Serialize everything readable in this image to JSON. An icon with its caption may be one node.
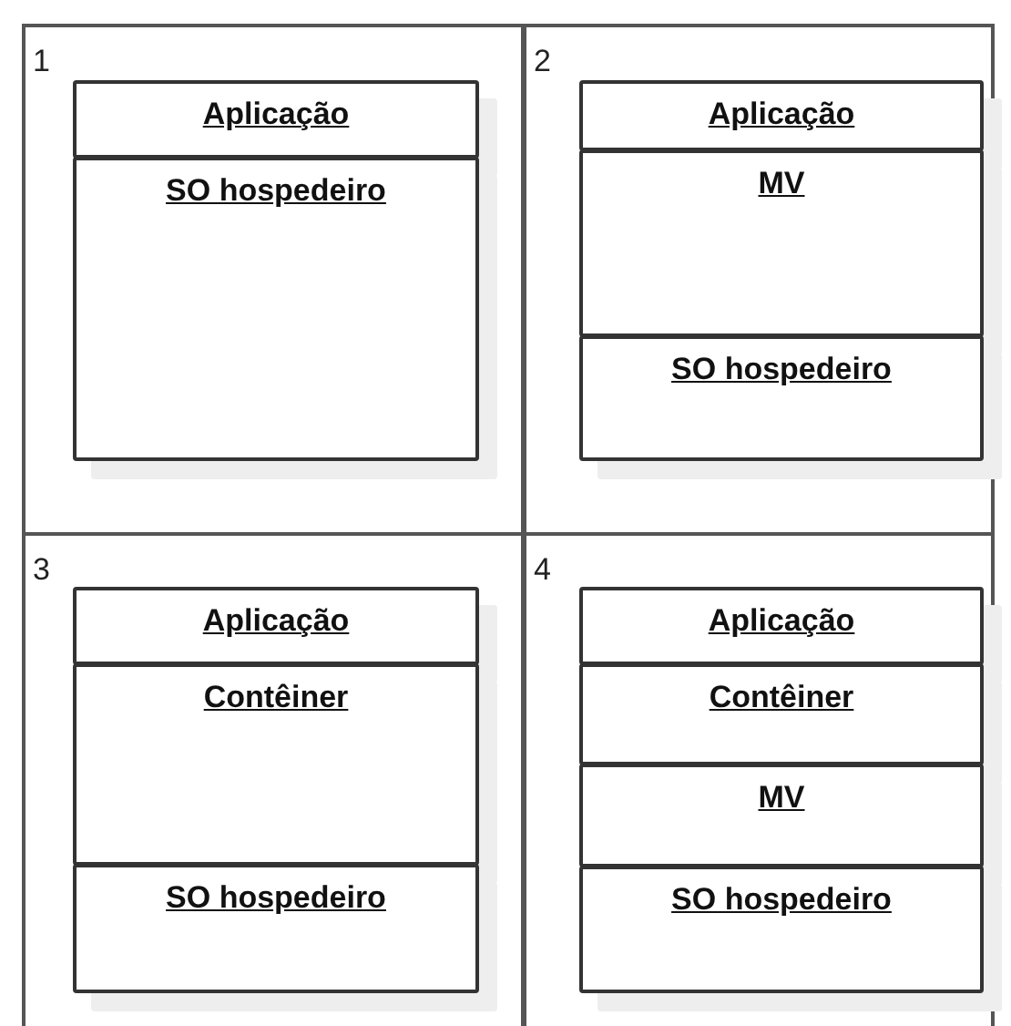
{
  "diagram": {
    "nodes": [
      {
        "text": [
          "1"
        ]
      },
      {
        "text": [
          "Aplicação"
        ],
        "in": 0
      },
      {
        "text": [
          "SO hospedeiro"
        ],
        "in": 0
      },
      {
        "text": [
          "2"
        ]
      },
      {
        "text": [
          "Aplicação"
        ],
        "in": 3
      },
      {
        "text": [
          "MV"
        ],
        "in": 3
      },
      {
        "text": [
          "SO hospedeiro"
        ],
        "in": 3
      },
      {
        "text": [
          "3"
        ]
      },
      {
        "text": [
          "Aplicação"
        ],
        "in": 7
      },
      {
        "text": [
          "Contêiner"
        ],
        "in": 7
      },
      {
        "text": [
          "SO hospedeiro"
        ],
        "in": 7
      },
      {
        "text": [
          "4"
        ]
      },
      {
        "text": [
          "Aplicação"
        ],
        "in": 11
      },
      {
        "text": [
          "Contêiner"
        ],
        "in": 11
      },
      {
        "text": [
          "MV"
        ],
        "in": 11
      },
      {
        "text": [
          "SO hospedeiro"
        ],
        "in": 11
      }
    ]
  }
}
